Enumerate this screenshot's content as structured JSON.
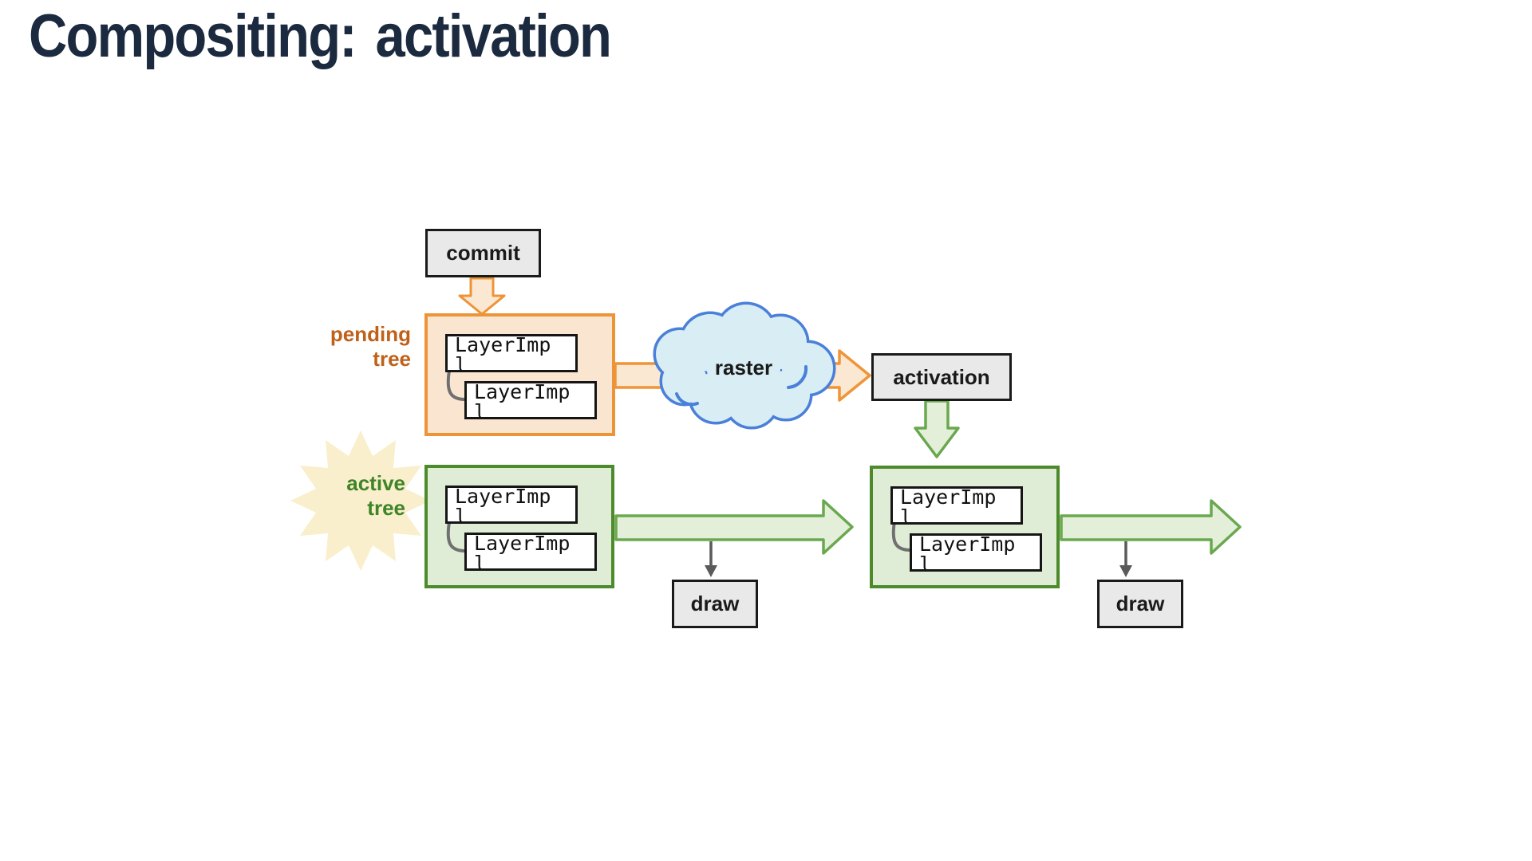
{
  "slide": {
    "title": "Compositing: activation"
  },
  "labels": {
    "pending_tree": {
      "line1": "pending",
      "line2": "tree"
    },
    "active_tree": {
      "line1": "active",
      "line2": "tree"
    }
  },
  "nodes": {
    "commit": "commit",
    "raster": "raster",
    "activation": "activation",
    "draw_left": "draw",
    "draw_right": "draw"
  },
  "trees": {
    "pending": {
      "layers": [
        "LayerImpl",
        "LayerImpl"
      ]
    },
    "active_left": {
      "layers": [
        "LayerImpl",
        "LayerImpl"
      ]
    },
    "active_right": {
      "layers": [
        "LayerImpl",
        "LayerImpl"
      ]
    }
  },
  "colors": {
    "title_text": "#1C2A40",
    "orange_border": "#ED9438",
    "orange_fill": "#FAE6D0",
    "orange_arrow_fill": "#FBE8D2",
    "pending_label_text": "#C0611A",
    "green_box_border": "#4C8A2C",
    "green_box_fill": "#E0EDD6",
    "green_arrow_border": "#6AA84F",
    "green_arrow_fill": "#E3EFD9",
    "active_label_text": "#3E8428",
    "cloud_border": "#4A80D9",
    "cloud_fill": "#D8EDF4",
    "node_fill": "#E9E9E9",
    "node_border": "#1A1A1A",
    "connector_gray": "#707070",
    "drop_arrow_gray": "#5A5A5A",
    "starburst_fill": "#FAEFCC"
  }
}
